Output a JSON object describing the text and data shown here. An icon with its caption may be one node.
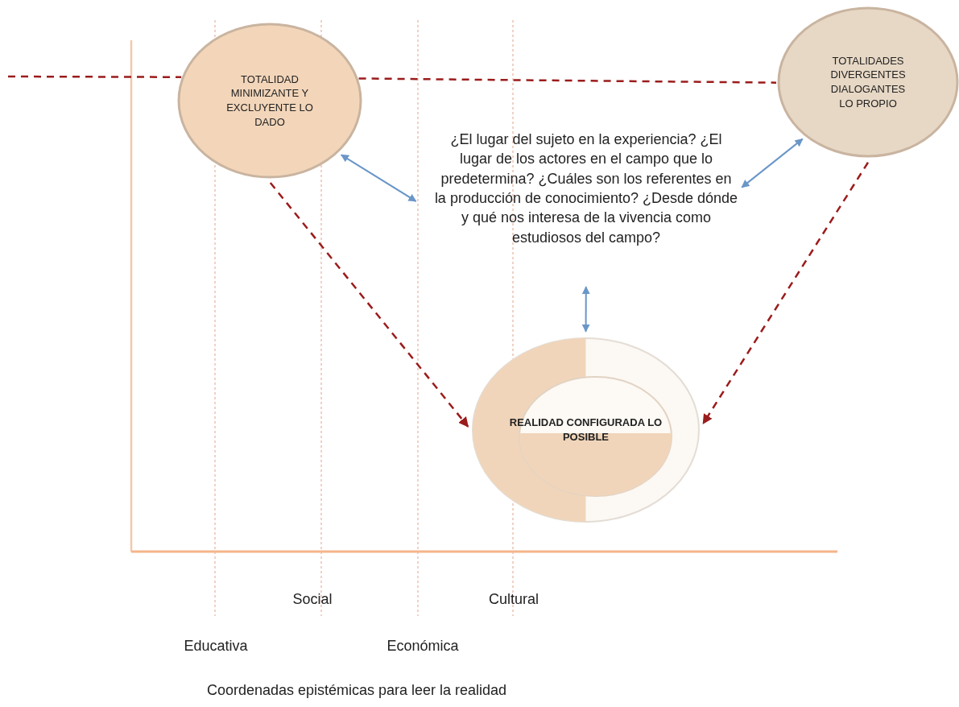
{
  "diagram": {
    "caption": "Coordenadas epistémicas para leer la realidad",
    "nodes": [
      {
        "text": [
          "TOTALIDAD MINIMIZANTE Y EXCLUYENTE LO DADO"
        ]
      },
      {
        "text": [
          "TOTALIDADES DIVERGENTES DIALOGANTES LO PROPIO"
        ]
      },
      {
        "text": [
          "¿El lugar del sujeto en la experiencia? ¿El lugar de los actores en el campo que lo predetermina? ¿Cuáles son los referentes en la producción de conocimiento? ¿Desde dónde y qué nos interesa de la vivencia como estudiosos del campo?"
        ]
      },
      {
        "text": [
          "REALIDAD CONFIGURADA LO POSIBLE"
        ]
      }
    ],
    "edges": [
      {
        "from": null,
        "to": 0,
        "arrow": "none",
        "style": "dashed"
      },
      {
        "from": 0,
        "to": 1,
        "arrow": "none",
        "style": "dashed"
      },
      {
        "from": 0,
        "to": 3,
        "arrow": "to",
        "style": "dashed"
      },
      {
        "from": 1,
        "to": 3,
        "arrow": "to",
        "style": "dashed"
      },
      {
        "from": 0,
        "to": 2,
        "arrow": "both",
        "color": "#6a96c8"
      },
      {
        "from": 1,
        "to": 2,
        "arrow": "both",
        "color": "#6a96c8"
      },
      {
        "from": 2,
        "to": 3,
        "arrow": "both",
        "color": "#6a96c8"
      }
    ],
    "labels": [
      "Social",
      "Cultural",
      "Educativa",
      "Económica"
    ]
  }
}
